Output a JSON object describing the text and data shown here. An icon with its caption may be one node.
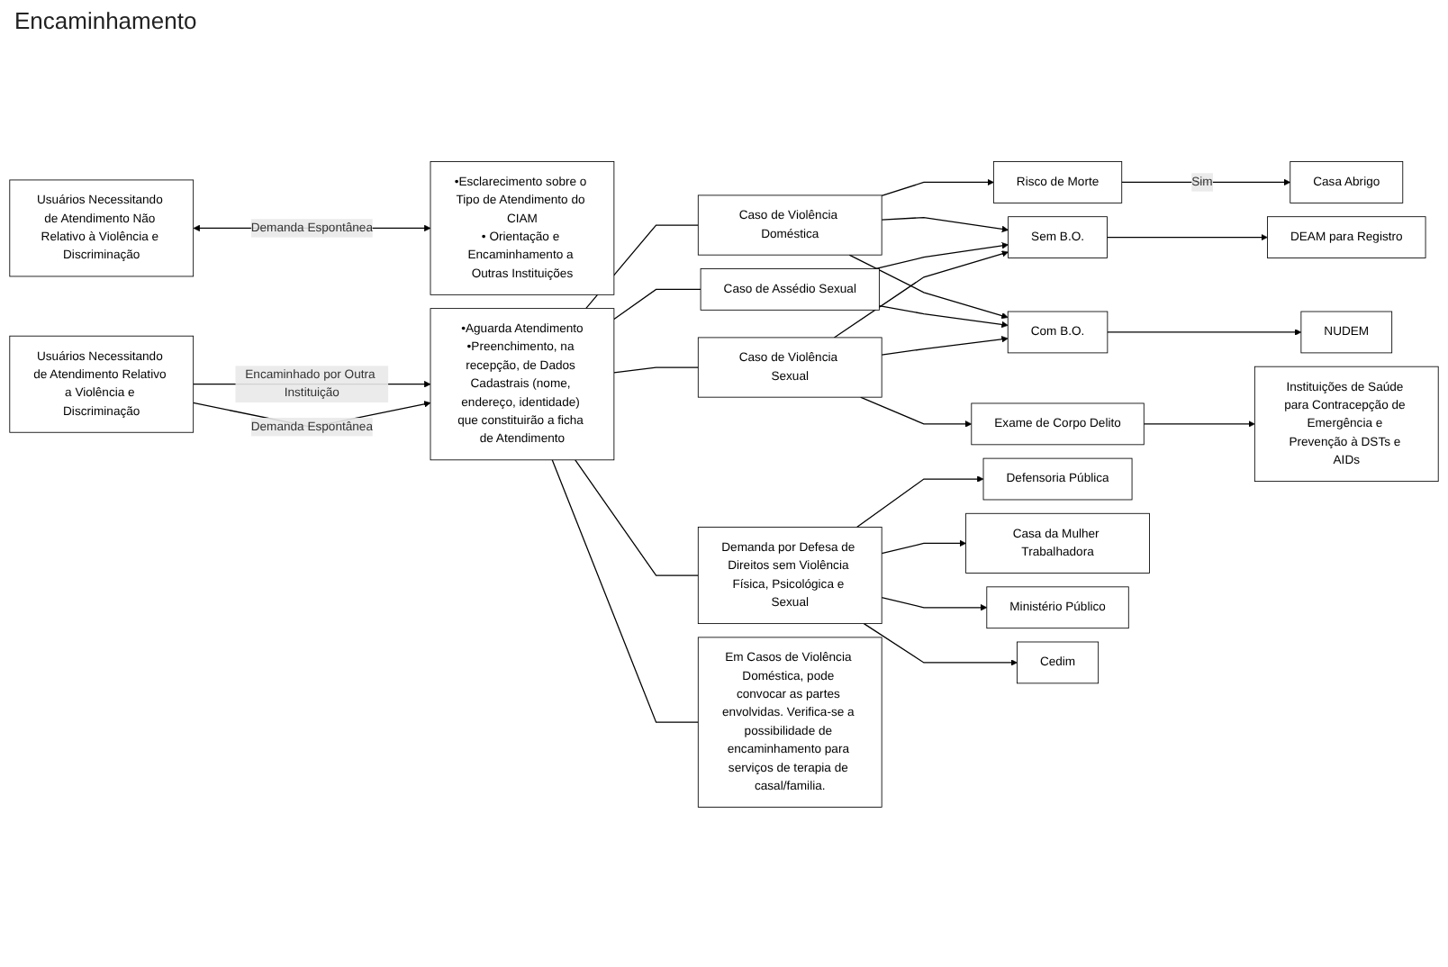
{
  "diagram": {
    "nodes": [
      {
        "text": [
          "Usuários Necessitando de Atendimento Relativo a Violência e Discriminação"
        ]
      },
      {
        "text": [
          "•Aguarda Atendimento",
          "•Preenchimento, na recepção, de Dados Cadastrais (nome, endereço, identidade) que constituirão a ficha de Atendimento"
        ]
      },
      {
        "text": [
          "Caso de Violência Doméstica"
        ]
      },
      {
        "text": [
          "Risco de Morte"
        ]
      },
      {
        "text": [
          "Casa Abrigo"
        ]
      },
      {
        "text": [
          "Caso de Assédio Sexual"
        ]
      },
      {
        "text": [
          "Sem B.O."
        ]
      },
      {
        "text": [
          "DEAM para Registro"
        ]
      },
      {
        "text": [
          "Caso de Violência Sexual"
        ]
      },
      {
        "text": [
          "Com B.O."
        ]
      },
      {
        "text": [
          "NUDEM"
        ]
      },
      {
        "text": [
          "Demanda por Defesa de Direitos sem Violência Física, Psicológica e Sexual"
        ]
      },
      {
        "text": [
          "Exame de Corpo Delito"
        ]
      },
      {
        "text": [
          "Instituições de Saúde para Contracepção de Emergência e Prevenção à DSTs e AIDs"
        ]
      },
      {
        "text": [
          "Defensoria Pública"
        ]
      },
      {
        "text": [
          "Casa da Mulher Trabalhadora"
        ]
      },
      {
        "text": [
          "Ministério Público"
        ]
      },
      {
        "text": [
          "Cedim"
        ]
      },
      {
        "text": [
          "Em Casos de Violência Doméstica, pode convocar as partes envolvidas. Verifica-se a possibilidade de encaminhamento para serviços de terapia de casal/familia."
        ]
      },
      {
        "text": [
          "Usuários Necessitando de Atendimento Não Relativo à Violência e Discriminação"
        ]
      },
      {
        "text": [
          "•Esclarecimento sobre o Tipo de Atendimento do CIAM",
          "• Orientação e Encaminhamento a Outras Instituições"
        ]
      }
    ],
    "edges": [
      {
        "from": 0,
        "to": 1,
        "arrow": "to",
        "label": "Encaminhado por Outra Instituição"
      },
      {
        "from": 0,
        "to": 1,
        "arrow": "to",
        "label": "Demanda Espontânea"
      },
      {
        "from": 1,
        "to": 2,
        "arrow": "none"
      },
      {
        "from": 1,
        "to": 5,
        "arrow": "none"
      },
      {
        "from": 1,
        "to": 8,
        "arrow": "none"
      },
      {
        "from": 1,
        "to": 11,
        "arrow": "none"
      },
      {
        "from": 1,
        "to": 18,
        "arrow": "none"
      },
      {
        "from": 2,
        "to": 3,
        "arrow": "to"
      },
      {
        "from": 2,
        "to": 6,
        "arrow": "to"
      },
      {
        "from": 2,
        "to": 9,
        "arrow": "to"
      },
      {
        "from": 5,
        "to": 6,
        "arrow": "to"
      },
      {
        "from": 5,
        "to": 9,
        "arrow": "to"
      },
      {
        "from": 8,
        "to": 6,
        "arrow": "to"
      },
      {
        "from": 8,
        "to": 9,
        "arrow": "to"
      },
      {
        "from": 3,
        "to": 4,
        "arrow": "to",
        "label": "Sim"
      },
      {
        "from": 6,
        "to": 7,
        "arrow": "to"
      },
      {
        "from": 9,
        "to": 10,
        "arrow": "to"
      },
      {
        "from": 8,
        "to": 12,
        "arrow": "to"
      },
      {
        "from": 12,
        "to": 13,
        "arrow": "to"
      },
      {
        "from": 11,
        "to": 14,
        "arrow": "to"
      },
      {
        "from": 11,
        "to": 15,
        "arrow": "to"
      },
      {
        "from": 11,
        "to": 16,
        "arrow": "to"
      },
      {
        "from": 11,
        "to": 17,
        "arrow": "to"
      },
      {
        "from": 19,
        "to": 20,
        "arrow": "both",
        "label": "Demanda Espontânea"
      }
    ],
    "labels": [
      "Encaminhamento"
    ]
  }
}
